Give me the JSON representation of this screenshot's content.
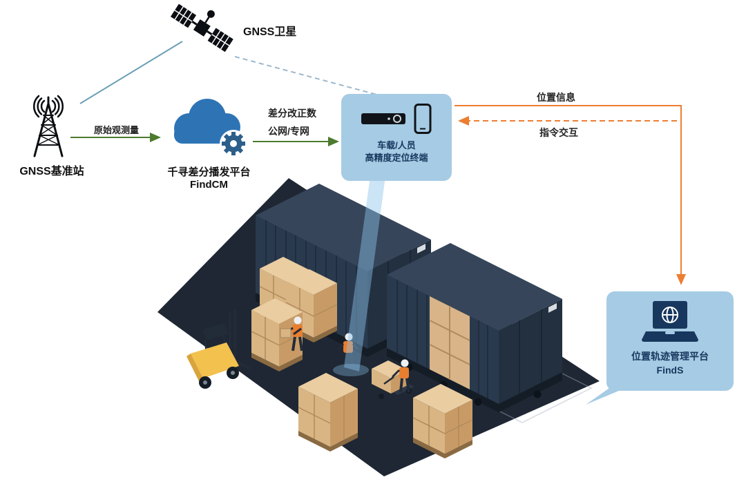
{
  "nodes": {
    "satellite": {
      "label": "GNSS卫星"
    },
    "base_station": {
      "label": "GNSS基准站"
    },
    "cloud": {
      "name": "千寻差分播发平台",
      "product": "FindCM"
    },
    "terminal": {
      "line1": "车载/人员",
      "line2": "高精度定位终端"
    },
    "platform": {
      "line1": "位置轨迹管理平台",
      "line2": "FindS"
    }
  },
  "edges": {
    "raw_observation": {
      "label": "原始观测量"
    },
    "corrections": {
      "line1": "差分改正数",
      "line2": "公网/专网"
    },
    "position_info": {
      "label": "位置信息"
    },
    "command": {
      "label": "指令交互"
    }
  },
  "icons": {
    "satellite": "satellite-icon",
    "base_station": "radio-tower-icon",
    "cloud": "cloud-gear-icon",
    "terminal_receiver": "receiver-icon",
    "terminal_phone": "smartphone-icon",
    "platform": "laptop-globe-icon"
  },
  "colors": {
    "bubble_bg": "#A6CBE4",
    "bubble_text": "#17375E",
    "green_arrow": "#4C7A2F",
    "orange_arrow": "#ED7D31",
    "dashed_blue_line": "#9CB8CC",
    "teal_line": "#6A9FB4",
    "cloud_blue": "#2E74B5",
    "gear_blue": "#2C5F8A",
    "floor_navy": "#1E2733",
    "container_navy": "#2A3A4E",
    "crate_tan": "#D9B584",
    "forklift_yellow": "#F2C14E",
    "vest_orange": "#E87E2F",
    "beam_blue": "#8CC3EB"
  }
}
